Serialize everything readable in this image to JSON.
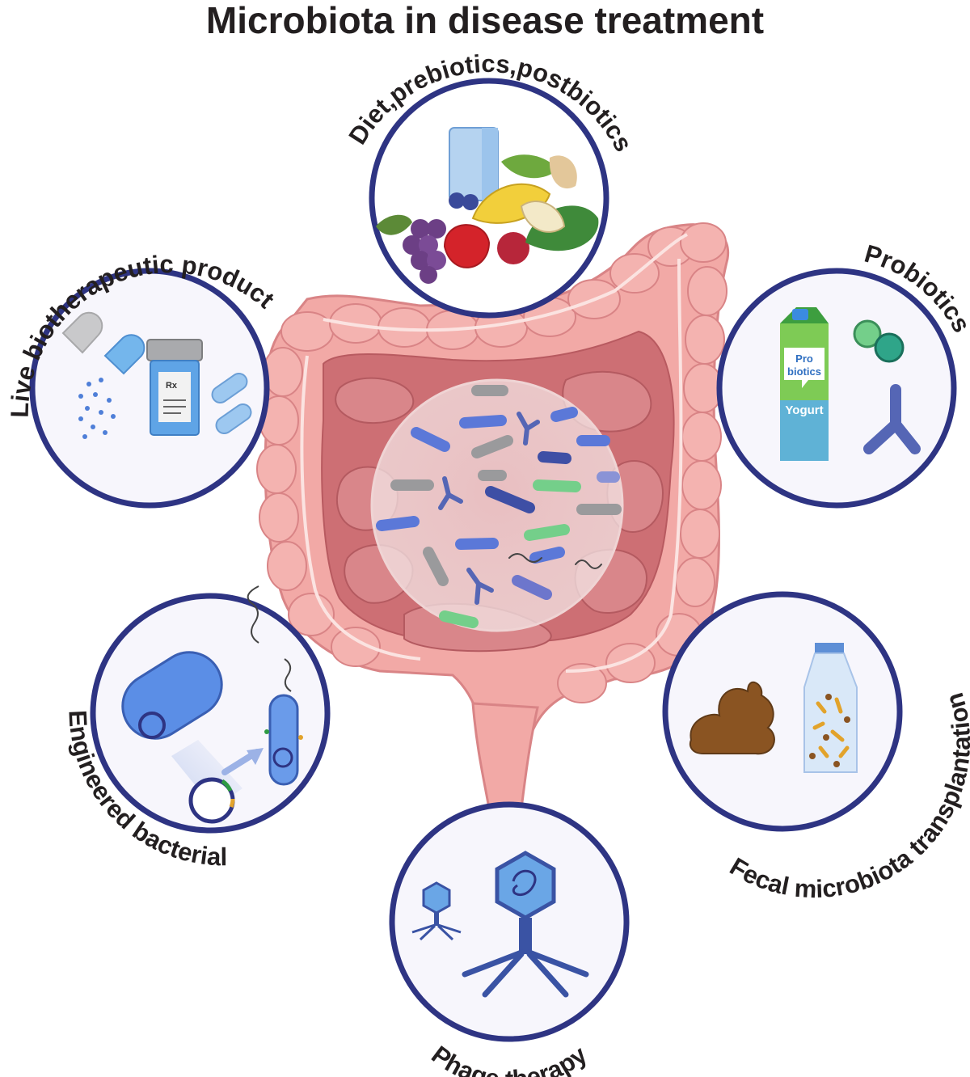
{
  "title": "Microbiota in disease treatment",
  "labels": {
    "diet": "Diet,prebiotics,postbiotics",
    "probiotics": "Probiotics",
    "fmt": "Fecal microbiota transplantation",
    "phage": "Phage therapy",
    "engineered": "Engineered bacterial",
    "live": "Live biotherapeutic product"
  },
  "product_text": {
    "carton_top": "Pro",
    "carton_bottom": "biotics",
    "carton_name": "Yogurt",
    "rx": "Rx"
  },
  "colors": {
    "circle_border": "#2e3483",
    "circle_fill": "#f7f6fc",
    "intestine": "#f0a7a4",
    "intestine_dark": "#cc6b6f",
    "bacteria_blue": "#5b78d8",
    "bacteria_gray": "#9a9a9c",
    "bacteria_green": "#74cf8a"
  }
}
